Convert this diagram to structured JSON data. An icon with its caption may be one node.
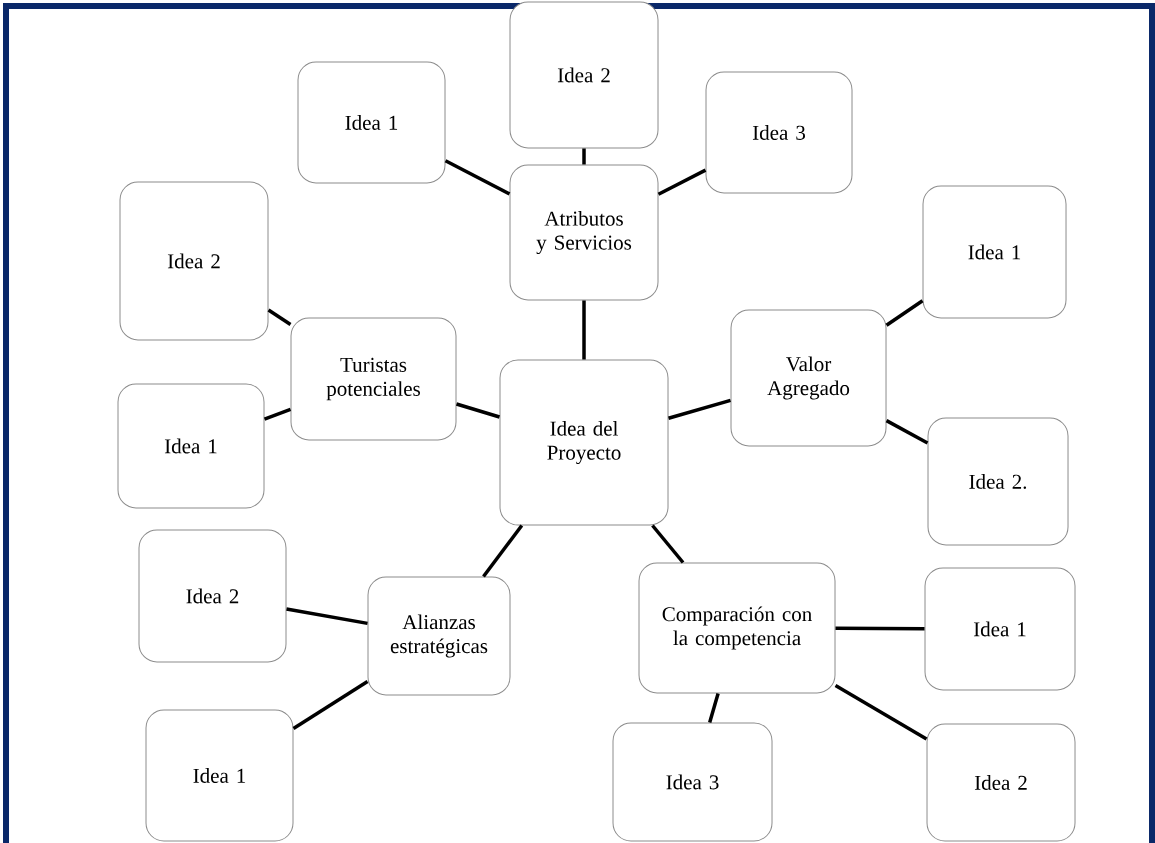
{
  "diagram": {
    "nodes": [
      {
        "text": [
          "Idea del Proyecto"
        ]
      },
      {
        "text": [
          "Atributos y Servicios"
        ]
      },
      {
        "text": [
          "Idea 1"
        ]
      },
      {
        "text": [
          "Idea 2"
        ]
      },
      {
        "text": [
          "Idea 3"
        ]
      },
      {
        "text": [
          "Turistas potenciales"
        ]
      },
      {
        "text": [
          "Idea 2"
        ]
      },
      {
        "text": [
          "Idea 1"
        ]
      },
      {
        "text": [
          "Valor Agregado"
        ]
      },
      {
        "text": [
          "Idea 1"
        ]
      },
      {
        "text": [
          "Idea 2."
        ]
      },
      {
        "text": [
          "Alianzas estratégicas"
        ]
      },
      {
        "text": [
          "Idea 2"
        ]
      },
      {
        "text": [
          "Idea 1"
        ]
      },
      {
        "text": [
          "Comparación con la competencia"
        ]
      },
      {
        "text": [
          "Idea 1"
        ]
      },
      {
        "text": [
          "Idea 3"
        ]
      },
      {
        "text": [
          "Idea 2"
        ]
      }
    ],
    "edges": [
      {
        "from": 0,
        "to": 1,
        "arrow": "none"
      },
      {
        "from": 1,
        "to": 2,
        "arrow": "none"
      },
      {
        "from": 1,
        "to": 3,
        "arrow": "none"
      },
      {
        "from": 1,
        "to": 4,
        "arrow": "none"
      },
      {
        "from": 0,
        "to": 5,
        "arrow": "none"
      },
      {
        "from": 5,
        "to": 6,
        "arrow": "none"
      },
      {
        "from": 5,
        "to": 7,
        "arrow": "none"
      },
      {
        "from": 0,
        "to": 8,
        "arrow": "none"
      },
      {
        "from": 8,
        "to": 9,
        "arrow": "none"
      },
      {
        "from": 8,
        "to": 10,
        "arrow": "none"
      },
      {
        "from": 0,
        "to": 11,
        "arrow": "none"
      },
      {
        "from": 11,
        "to": 12,
        "arrow": "none"
      },
      {
        "from": 11,
        "to": 13,
        "arrow": "none"
      },
      {
        "from": 0,
        "to": 14,
        "arrow": "none"
      },
      {
        "from": 14,
        "to": 15,
        "arrow": "none"
      },
      {
        "from": 14,
        "to": 16,
        "arrow": "none"
      },
      {
        "from": 14,
        "to": 17,
        "arrow": "none"
      }
    ]
  }
}
